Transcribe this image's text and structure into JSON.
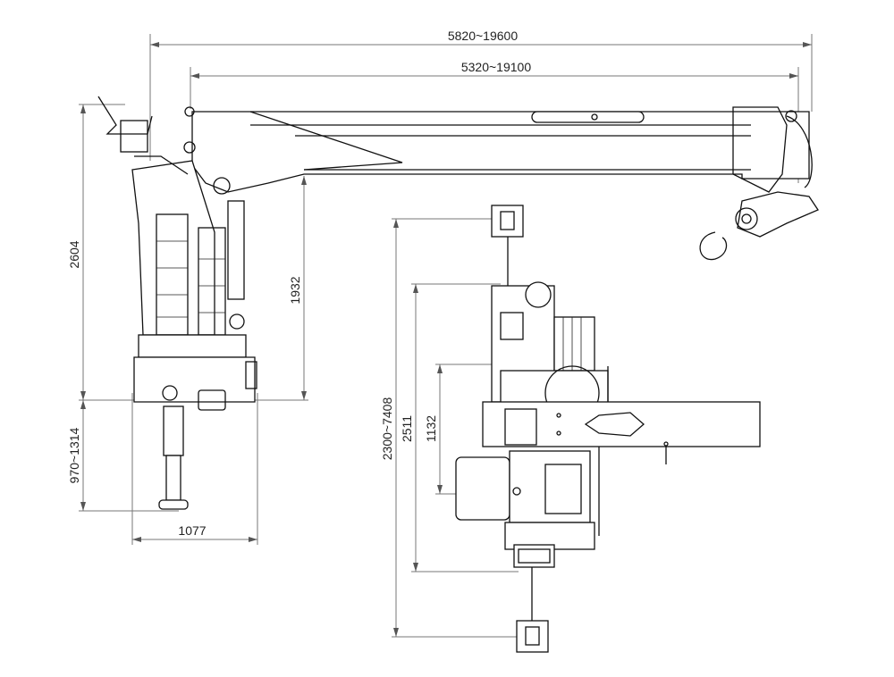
{
  "drawing": {
    "side_view": {
      "overall_length": "5820~19600",
      "boom_length": "5320~19100",
      "height": "2604",
      "boom_pivot_height": "1932",
      "outrigger_leg_extension": "970~1314",
      "base_width": "1077"
    },
    "top_view": {
      "outrigger_span": "2300~7408",
      "frame_length": "2511",
      "mount_width": "1132"
    },
    "colors": {
      "line": "#111111",
      "dimension": "#777777",
      "background": "#ffffff"
    }
  }
}
